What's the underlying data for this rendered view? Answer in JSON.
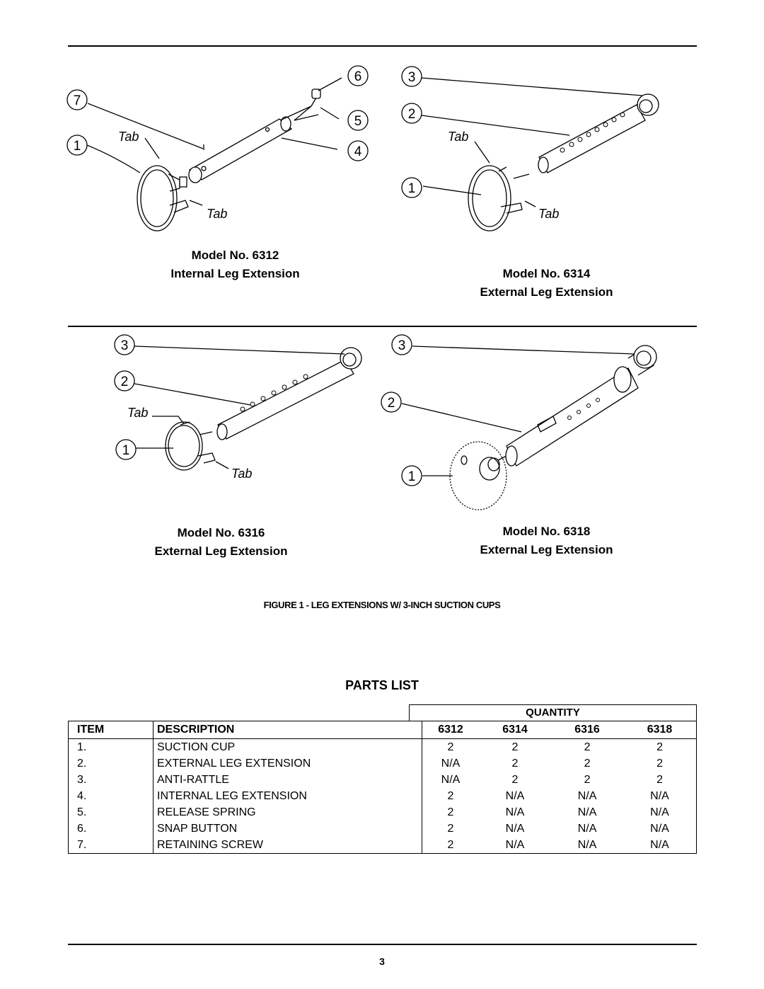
{
  "figures": {
    "fig_6312": {
      "model": "Model No. 6312",
      "desc": "Internal Leg Extension",
      "callouts": [
        "7",
        "1",
        "6",
        "5",
        "4"
      ],
      "tabs": [
        "Tab",
        "Tab"
      ]
    },
    "fig_6314": {
      "model": "Model No. 6314",
      "desc": "External Leg Extension",
      "callouts": [
        "3",
        "2",
        "1"
      ],
      "tabs": [
        "Tab",
        "Tab"
      ]
    },
    "fig_6316": {
      "model": "Model No. 6316",
      "desc": "External Leg Extension",
      "callouts": [
        "3",
        "2",
        "1"
      ],
      "tabs": [
        "Tab",
        "Tab"
      ]
    },
    "fig_6318": {
      "model": "Model No. 6318",
      "desc": "External Leg Extension",
      "callouts": [
        "3",
        "2",
        "1"
      ]
    }
  },
  "figure_title": "FIGURE 1 - LEG EXTENSIONS W/ 3-INCH SUCTION CUPS",
  "parts_list": {
    "title": "PARTS LIST",
    "quantity_header": "QUANTITY",
    "headers": {
      "item": "ITEM",
      "description": "DESCRIPTION",
      "models": [
        "6312",
        "6314",
        "6316",
        "6318"
      ]
    },
    "rows": [
      {
        "item": "1.",
        "description": "SUCTION CUP",
        "q": [
          "2",
          "2",
          "2",
          "2"
        ]
      },
      {
        "item": "2.",
        "description": "EXTERNAL LEG EXTENSION",
        "q": [
          "N/A",
          "2",
          "2",
          "2"
        ]
      },
      {
        "item": "3.",
        "description": "ANTI-RATTLE",
        "q": [
          "N/A",
          "2",
          "2",
          "2"
        ]
      },
      {
        "item": "4.",
        "description": "INTERNAL LEG EXTENSION",
        "q": [
          "2",
          "N/A",
          "N/A",
          "N/A"
        ]
      },
      {
        "item": "5.",
        "description": "RELEASE SPRING",
        "q": [
          "2",
          "N/A",
          "N/A",
          "N/A"
        ]
      },
      {
        "item": "6.",
        "description": "SNAP BUTTON",
        "q": [
          "2",
          "N/A",
          "N/A",
          "N/A"
        ]
      },
      {
        "item": "7.",
        "description": "RETAINING SCREW",
        "q": [
          "2",
          "N/A",
          "N/A",
          "N/A"
        ]
      }
    ]
  },
  "page_number": "3"
}
